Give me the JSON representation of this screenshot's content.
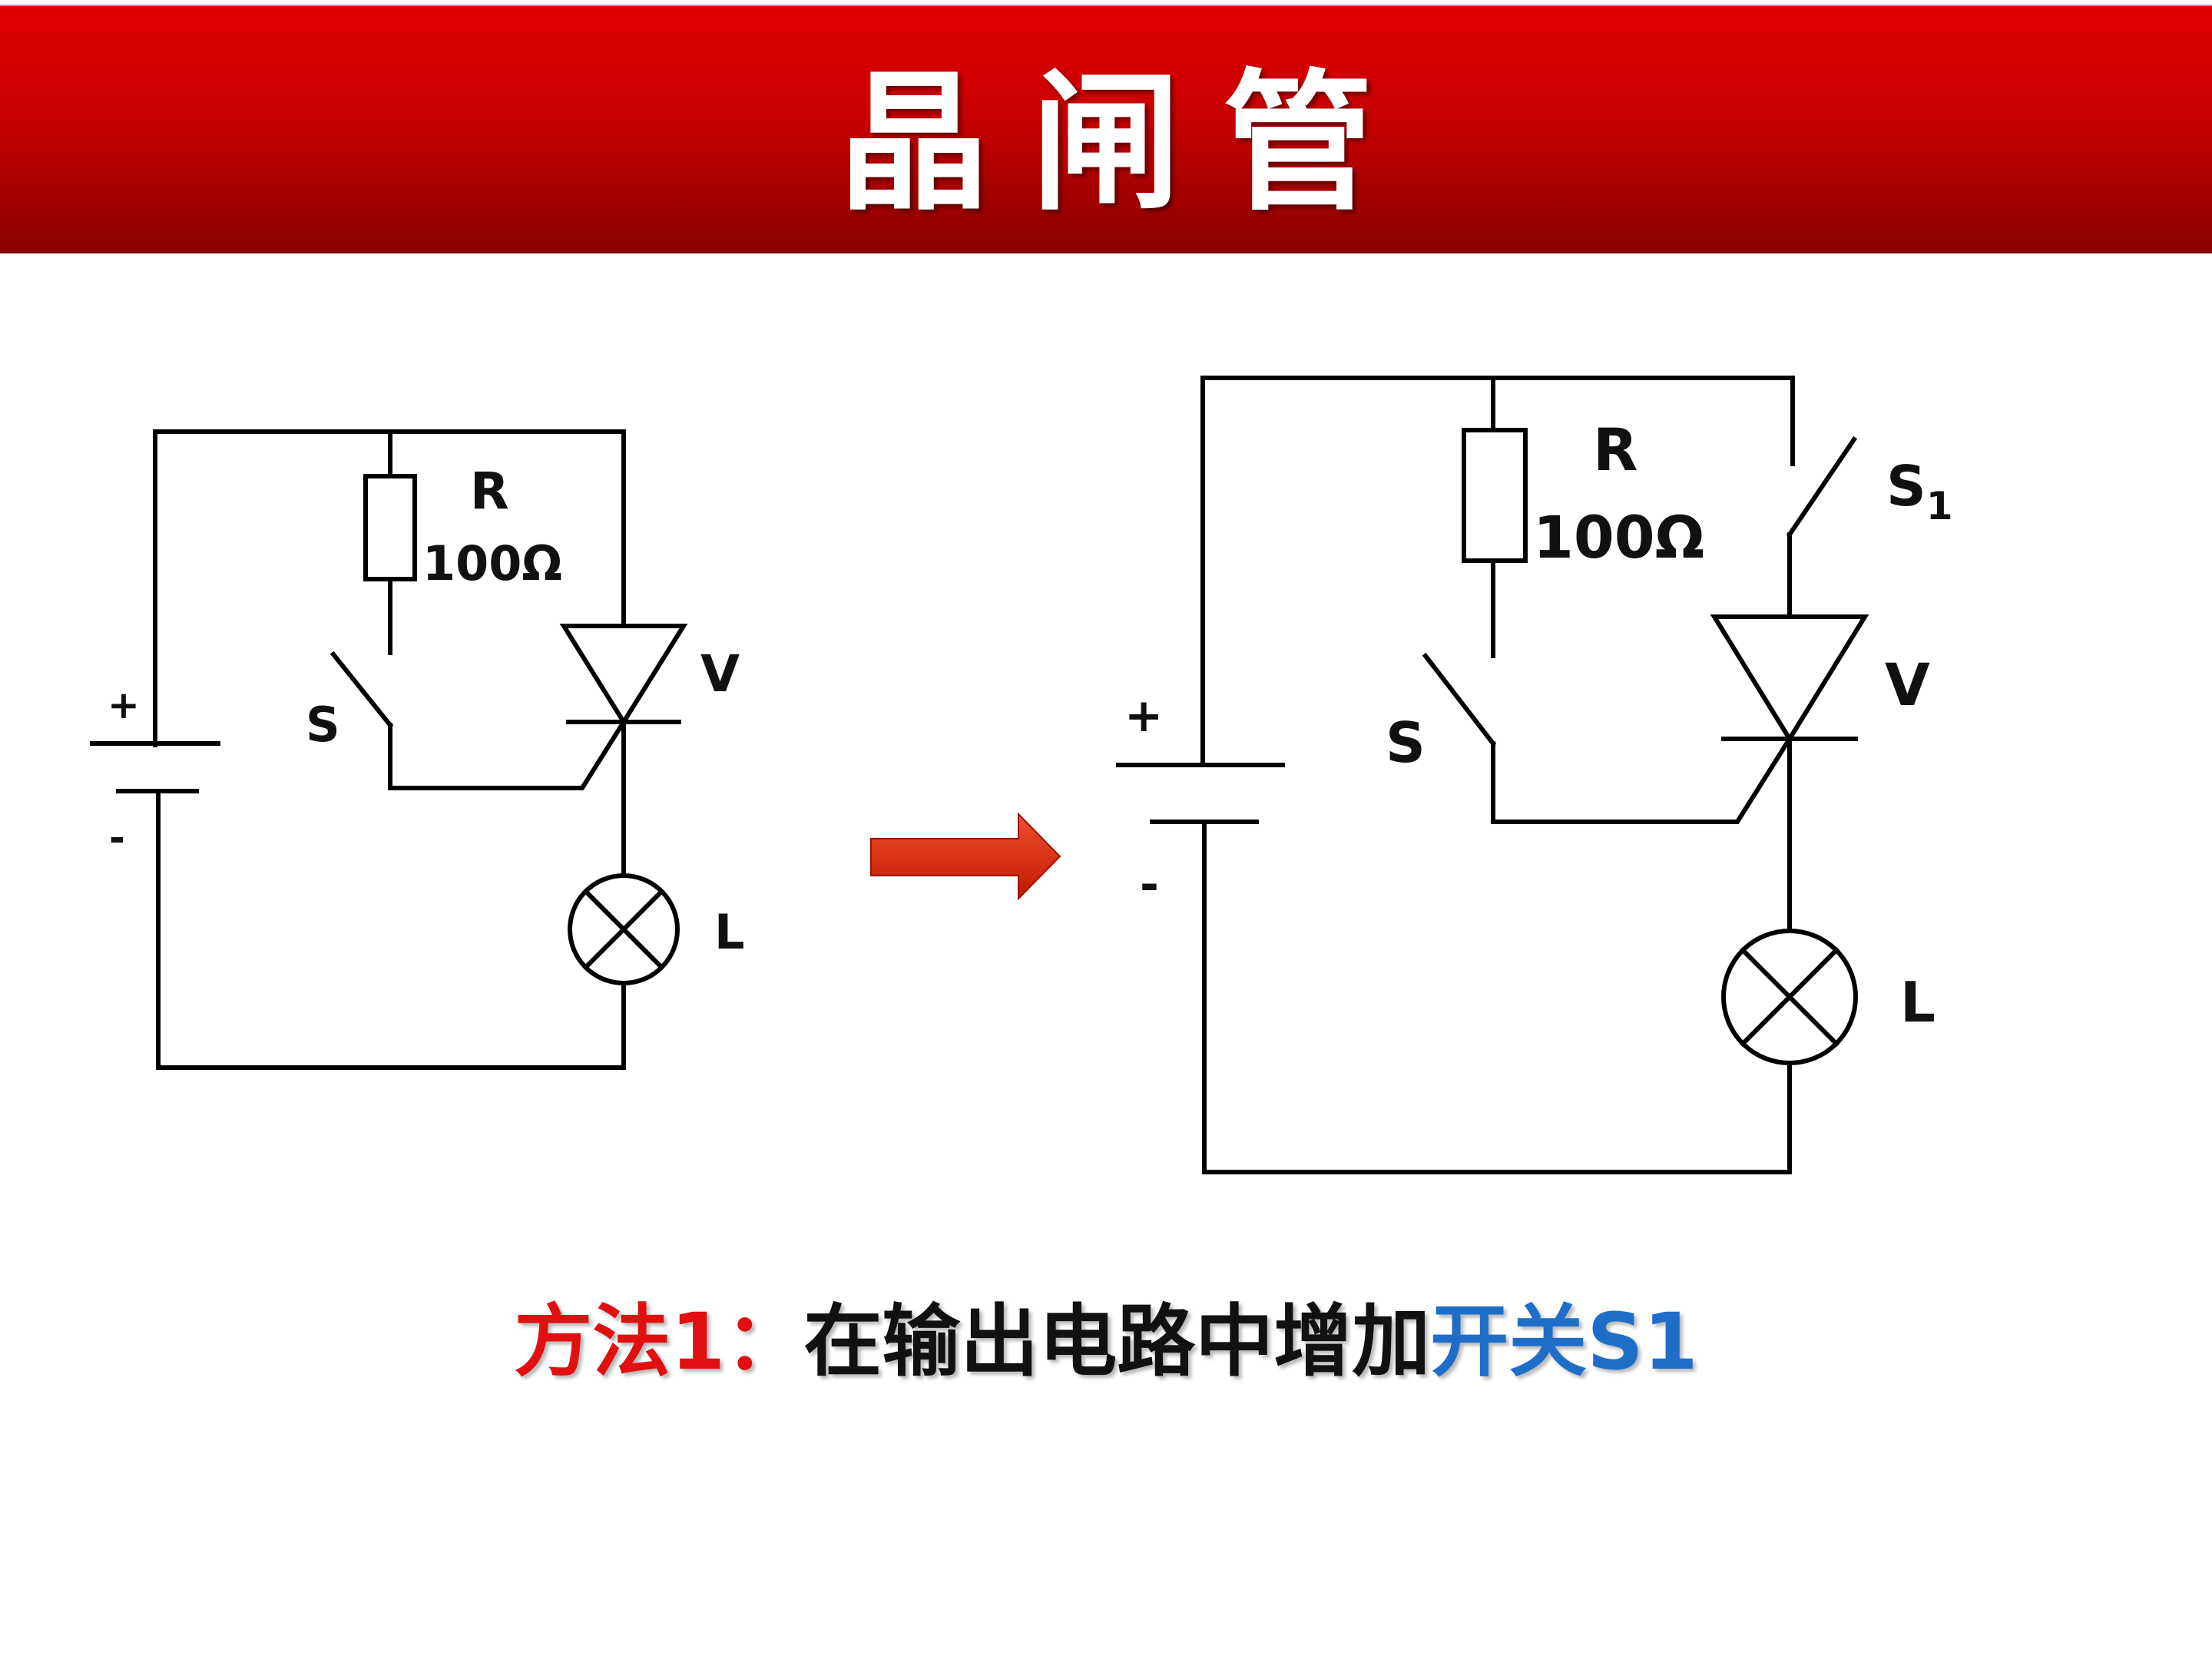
{
  "title": "晶闸管",
  "left_circuit": {
    "resistor_name": "R",
    "resistor_value": "100Ω",
    "switch_label": "S",
    "thyristor_label": "V",
    "lamp_label": "L",
    "plus": "+",
    "minus": "-"
  },
  "right_circuit": {
    "resistor_name": "R",
    "resistor_value": "100Ω",
    "switch_label": "S",
    "switch1_base": "S",
    "switch1_sub": "1",
    "thyristor_label": "V",
    "lamp_label": "L",
    "plus": "+",
    "minus": "-"
  },
  "caption": {
    "method": "方法1：",
    "text": "在输出电路中增加",
    "highlight": "开关S1"
  },
  "colors": {
    "title_bar_top": "#e00000",
    "title_bar_bottom": "#8a0000",
    "method_red": "#e01010",
    "highlight_blue": "#1e6ec8",
    "arrow_red": "#e03010"
  }
}
